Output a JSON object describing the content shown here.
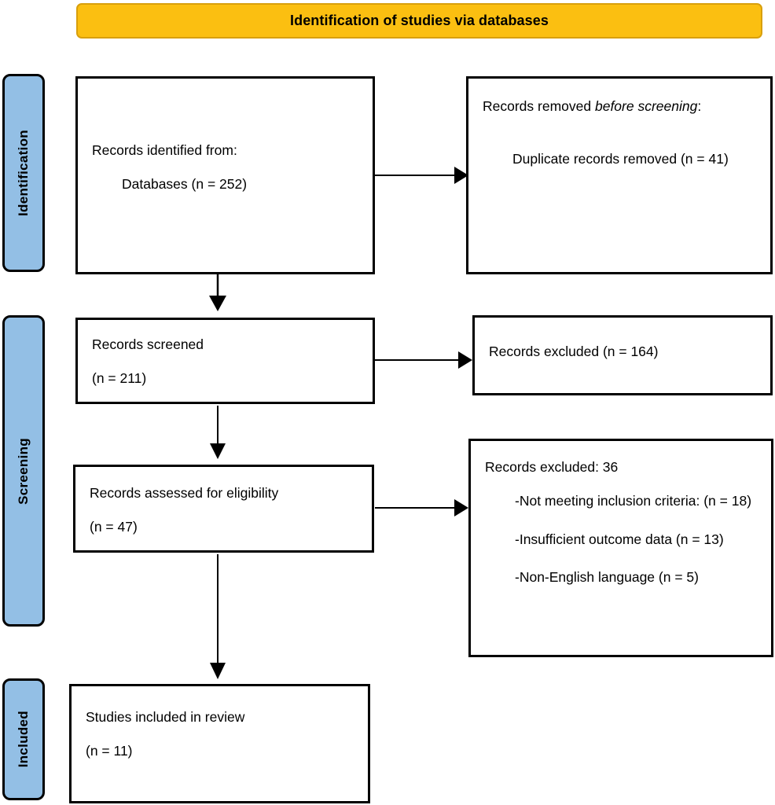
{
  "header": {
    "title": "Identification of studies via databases",
    "background_color": "#FBBF11",
    "border_color": "#D89F0C"
  },
  "stages": [
    {
      "id": "identification",
      "label": "Identification",
      "color": "#93BFE5"
    },
    {
      "id": "screening",
      "label": "Screening",
      "color": "#93BFE5"
    },
    {
      "id": "included",
      "label": "Included",
      "color": "#93BFE5"
    }
  ],
  "boxes": {
    "identified": {
      "line1": "Records identified from:",
      "line2": "Databases (n = 252)"
    },
    "removed": {
      "line1_prefix": "Records removed ",
      "line1_italic": "before screening",
      "line1_suffix": ":",
      "line2": "Duplicate records removed (n = 41)"
    },
    "screened": {
      "line1": "Records screened",
      "line2": "(n = 211)"
    },
    "excluded_1": {
      "line1": "Records excluded (n = 164)"
    },
    "eligibility": {
      "line1": "Records assessed for eligibility",
      "line2": "(n = 47)"
    },
    "excluded_2": {
      "line1": "Records excluded: 36",
      "line2": "-Not meeting inclusion criteria: (n = 18)",
      "line3": "-Insufficient outcome data (n = 13)",
      "line4": "-Non-English language (n = 5)"
    },
    "included": {
      "line1": "Studies included in review",
      "line2": "(n = 11)"
    }
  },
  "connectors": [
    {
      "name": "identified-to-removed",
      "direction": "right"
    },
    {
      "name": "identified-to-screened",
      "direction": "down"
    },
    {
      "name": "screened-to-excluded",
      "direction": "right"
    },
    {
      "name": "screened-to-eligibility",
      "direction": "down"
    },
    {
      "name": "eligibility-to-excluded",
      "direction": "right"
    },
    {
      "name": "eligibility-to-included",
      "direction": "down"
    }
  ],
  "flow_data": {
    "type": "flowchart",
    "title": "Identification of studies via databases",
    "counts": {
      "records_identified_databases": 252,
      "duplicate_records_removed": 41,
      "records_screened": 211,
      "records_excluded_screening": 164,
      "records_assessed_for_eligibility": 47,
      "records_excluded_eligibility_total": 36,
      "not_meeting_inclusion_criteria": 18,
      "insufficient_outcome_data": 13,
      "non_english_language": 5,
      "studies_included_in_review": 11
    }
  }
}
